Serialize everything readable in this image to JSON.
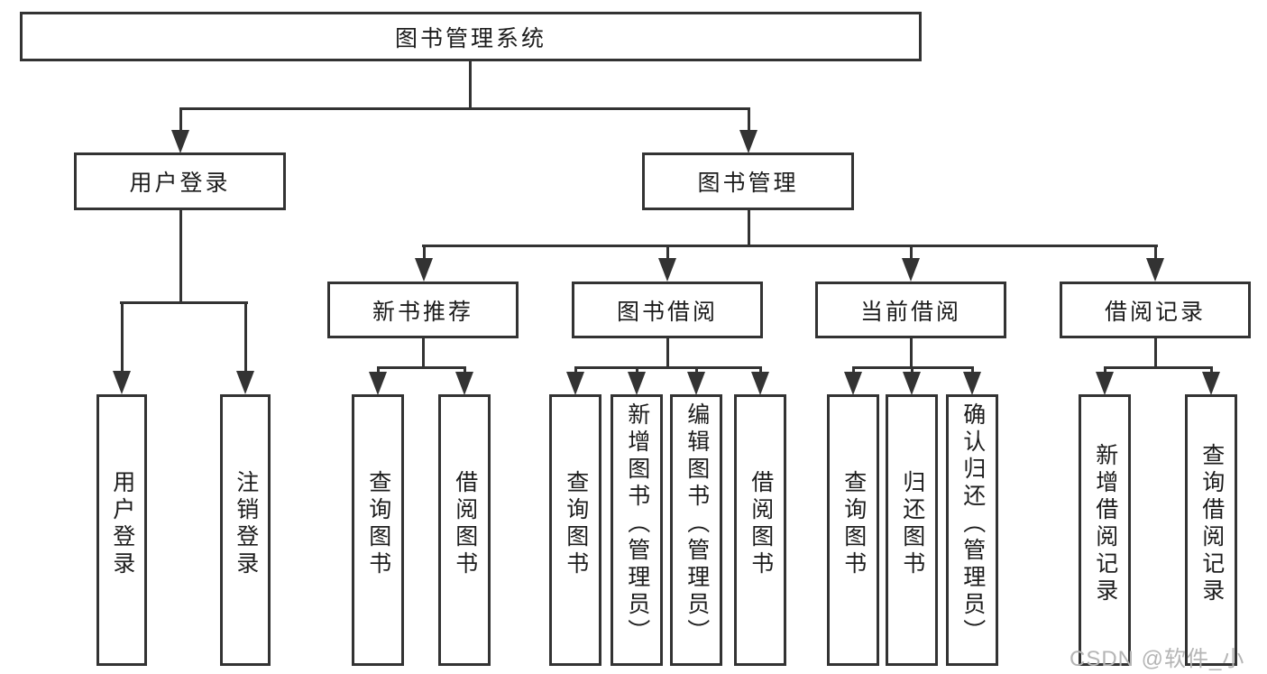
{
  "colors": {
    "line": "#333333",
    "text": "#1c1c1c",
    "bg": "#ffffff",
    "watermark": "#b5b5b5"
  },
  "watermark": {
    "text": "CSDN @软件_小贺同学"
  },
  "tree": {
    "label": "图书管理系统",
    "children": [
      {
        "label": "用户登录",
        "children": [
          {
            "label": "用户登录"
          },
          {
            "label": "注销登录"
          }
        ]
      },
      {
        "label": "图书管理",
        "children": [
          {
            "label": "新书推荐",
            "children": [
              {
                "label": "查询图书"
              },
              {
                "label": "借阅图书"
              }
            ]
          },
          {
            "label": "图书借阅",
            "children": [
              {
                "label": "查询图书"
              },
              {
                "label": "新增图书（管理员）"
              },
              {
                "label": "编辑图书（管理员）"
              },
              {
                "label": "借阅图书"
              }
            ]
          },
          {
            "label": "当前借阅",
            "children": [
              {
                "label": "查询图书"
              },
              {
                "label": "归还图书"
              },
              {
                "label": "确认归还（管理员）"
              }
            ]
          },
          {
            "label": "借阅记录",
            "children": [
              {
                "label": "新增借阅记录"
              },
              {
                "label": "查询借阅记录"
              }
            ]
          }
        ]
      }
    ]
  }
}
